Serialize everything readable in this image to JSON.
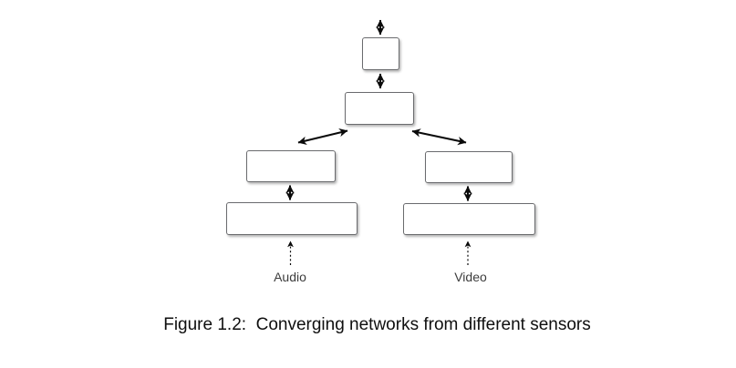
{
  "figure": {
    "caption": "Figure 1.2:  Converging networks from different sensors",
    "labels": {
      "audio": "Audio",
      "video": "Video"
    }
  },
  "colors": {
    "background": "#ffffff",
    "box_fill": "#ffffff",
    "box_border": "#6a6b6e",
    "arrow": "#0a0a0a",
    "label_text": "#3c3c3c",
    "caption_text": "#0f0f0f"
  }
}
